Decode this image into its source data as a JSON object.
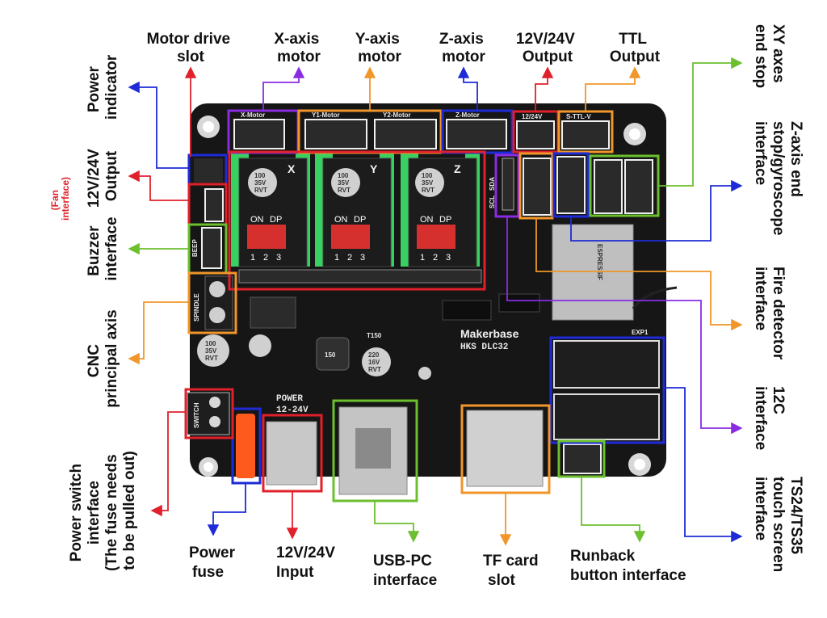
{
  "colors": {
    "red": "#e0202a",
    "purple": "#8a2be2",
    "orange": "#f0962a",
    "blue": "#1e2bd6",
    "green": "#6cbf2f",
    "board": "#161616",
    "header_green": "#38d060"
  },
  "labels": {
    "motor_drive_slot": [
      "Motor drive",
      "slot"
    ],
    "x_axis_motor": [
      "X-axis",
      "motor"
    ],
    "y_axis_motor": [
      "Y-axis",
      "motor"
    ],
    "z_axis_motor": [
      "Z-axis",
      "motor"
    ],
    "output_12v24v_top": [
      "12V/24V",
      "Output"
    ],
    "ttl_output": [
      "TTL",
      "Output"
    ],
    "xy_end_stop": [
      "XY axes",
      "end stop"
    ],
    "z_end_stop": [
      "Z-axis end",
      "stop/gyroscope",
      "interface"
    ],
    "fire_detector": [
      "Fire detector",
      "interface"
    ],
    "i2c": [
      "12C",
      "interface"
    ],
    "touch_screen": [
      "TS24/TS35",
      "touch screen",
      "interface"
    ],
    "runback": [
      "Runback",
      "button interface"
    ],
    "tf_card": [
      "TF card",
      "slot"
    ],
    "usb_pc": [
      "USB-PC",
      "interface"
    ],
    "input_12v24v": [
      "12V/24V",
      "Input"
    ],
    "power_fuse": [
      "Power",
      "fuse"
    ],
    "power_switch": [
      "Power switch",
      "interface",
      "(The fuse needs",
      "to be pulled out)"
    ],
    "cnc_axis": [
      "CNC",
      "principal axis"
    ],
    "buzzer": [
      "Buzzer",
      "interface"
    ],
    "output_12v24v_left": [
      "12V/24V",
      "Output"
    ],
    "fan_interface": [
      "(Fan",
      "interface)"
    ],
    "power_indicator": [
      "Power",
      "indicator"
    ]
  },
  "board_text": {
    "brand": "Makerbase",
    "model": "HKS DLC32",
    "power": "POWER",
    "power_voltage": "12-24V",
    "x_motor": "X-Motor",
    "y1_motor": "Y1-Motor",
    "y2_motor": "Y2-Motor",
    "z_motor": "Z-Motor",
    "out_12_24": "12/24V",
    "ttl": "S-TTL-V",
    "spindle": "SPINDLE",
    "beep": "BEEP",
    "switch": "SWITCH",
    "exp1": "EXP1",
    "driver_x": "X",
    "driver_y": "Y",
    "driver_z": "Z",
    "dip_on": "ON",
    "dip_dp": "DP",
    "dip_1": "1",
    "dip_2": "2",
    "dip_3": "3",
    "cap_line1": "100",
    "cap_line2": "35V",
    "cap_line3": "RVT",
    "cap2_line1": "220",
    "cap2_line2": "16V",
    "cap2_line3": "RVT",
    "inductor": "150",
    "scl": "SCL",
    "sda": "SDA",
    "t150": "T150",
    "esp": "ESPRESSIF"
  }
}
